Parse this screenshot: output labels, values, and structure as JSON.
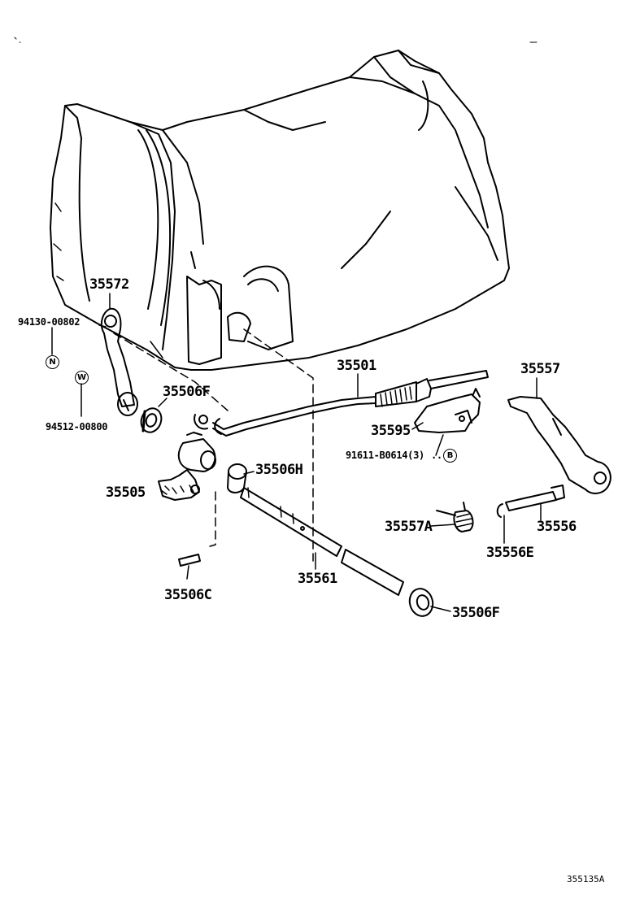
{
  "labels": {
    "p35572": "35572",
    "p94130": "94130-00802",
    "p94512": "94512-00800",
    "p35506F_top": "35506F",
    "p35505": "35505",
    "p35506H": "35506H",
    "p35506C": "35506C",
    "p35561": "35561",
    "p35501": "35501",
    "p35595": "35595",
    "p91611": "91611-B0614(3)",
    "p35557": "35557",
    "p35557A": "35557A",
    "p35556": "35556",
    "p35556E": "35556E",
    "p35506F_bottom": "35506F",
    "ref_code": "355135A"
  },
  "symbols": {
    "n": "N",
    "w": "W",
    "b": "B"
  }
}
